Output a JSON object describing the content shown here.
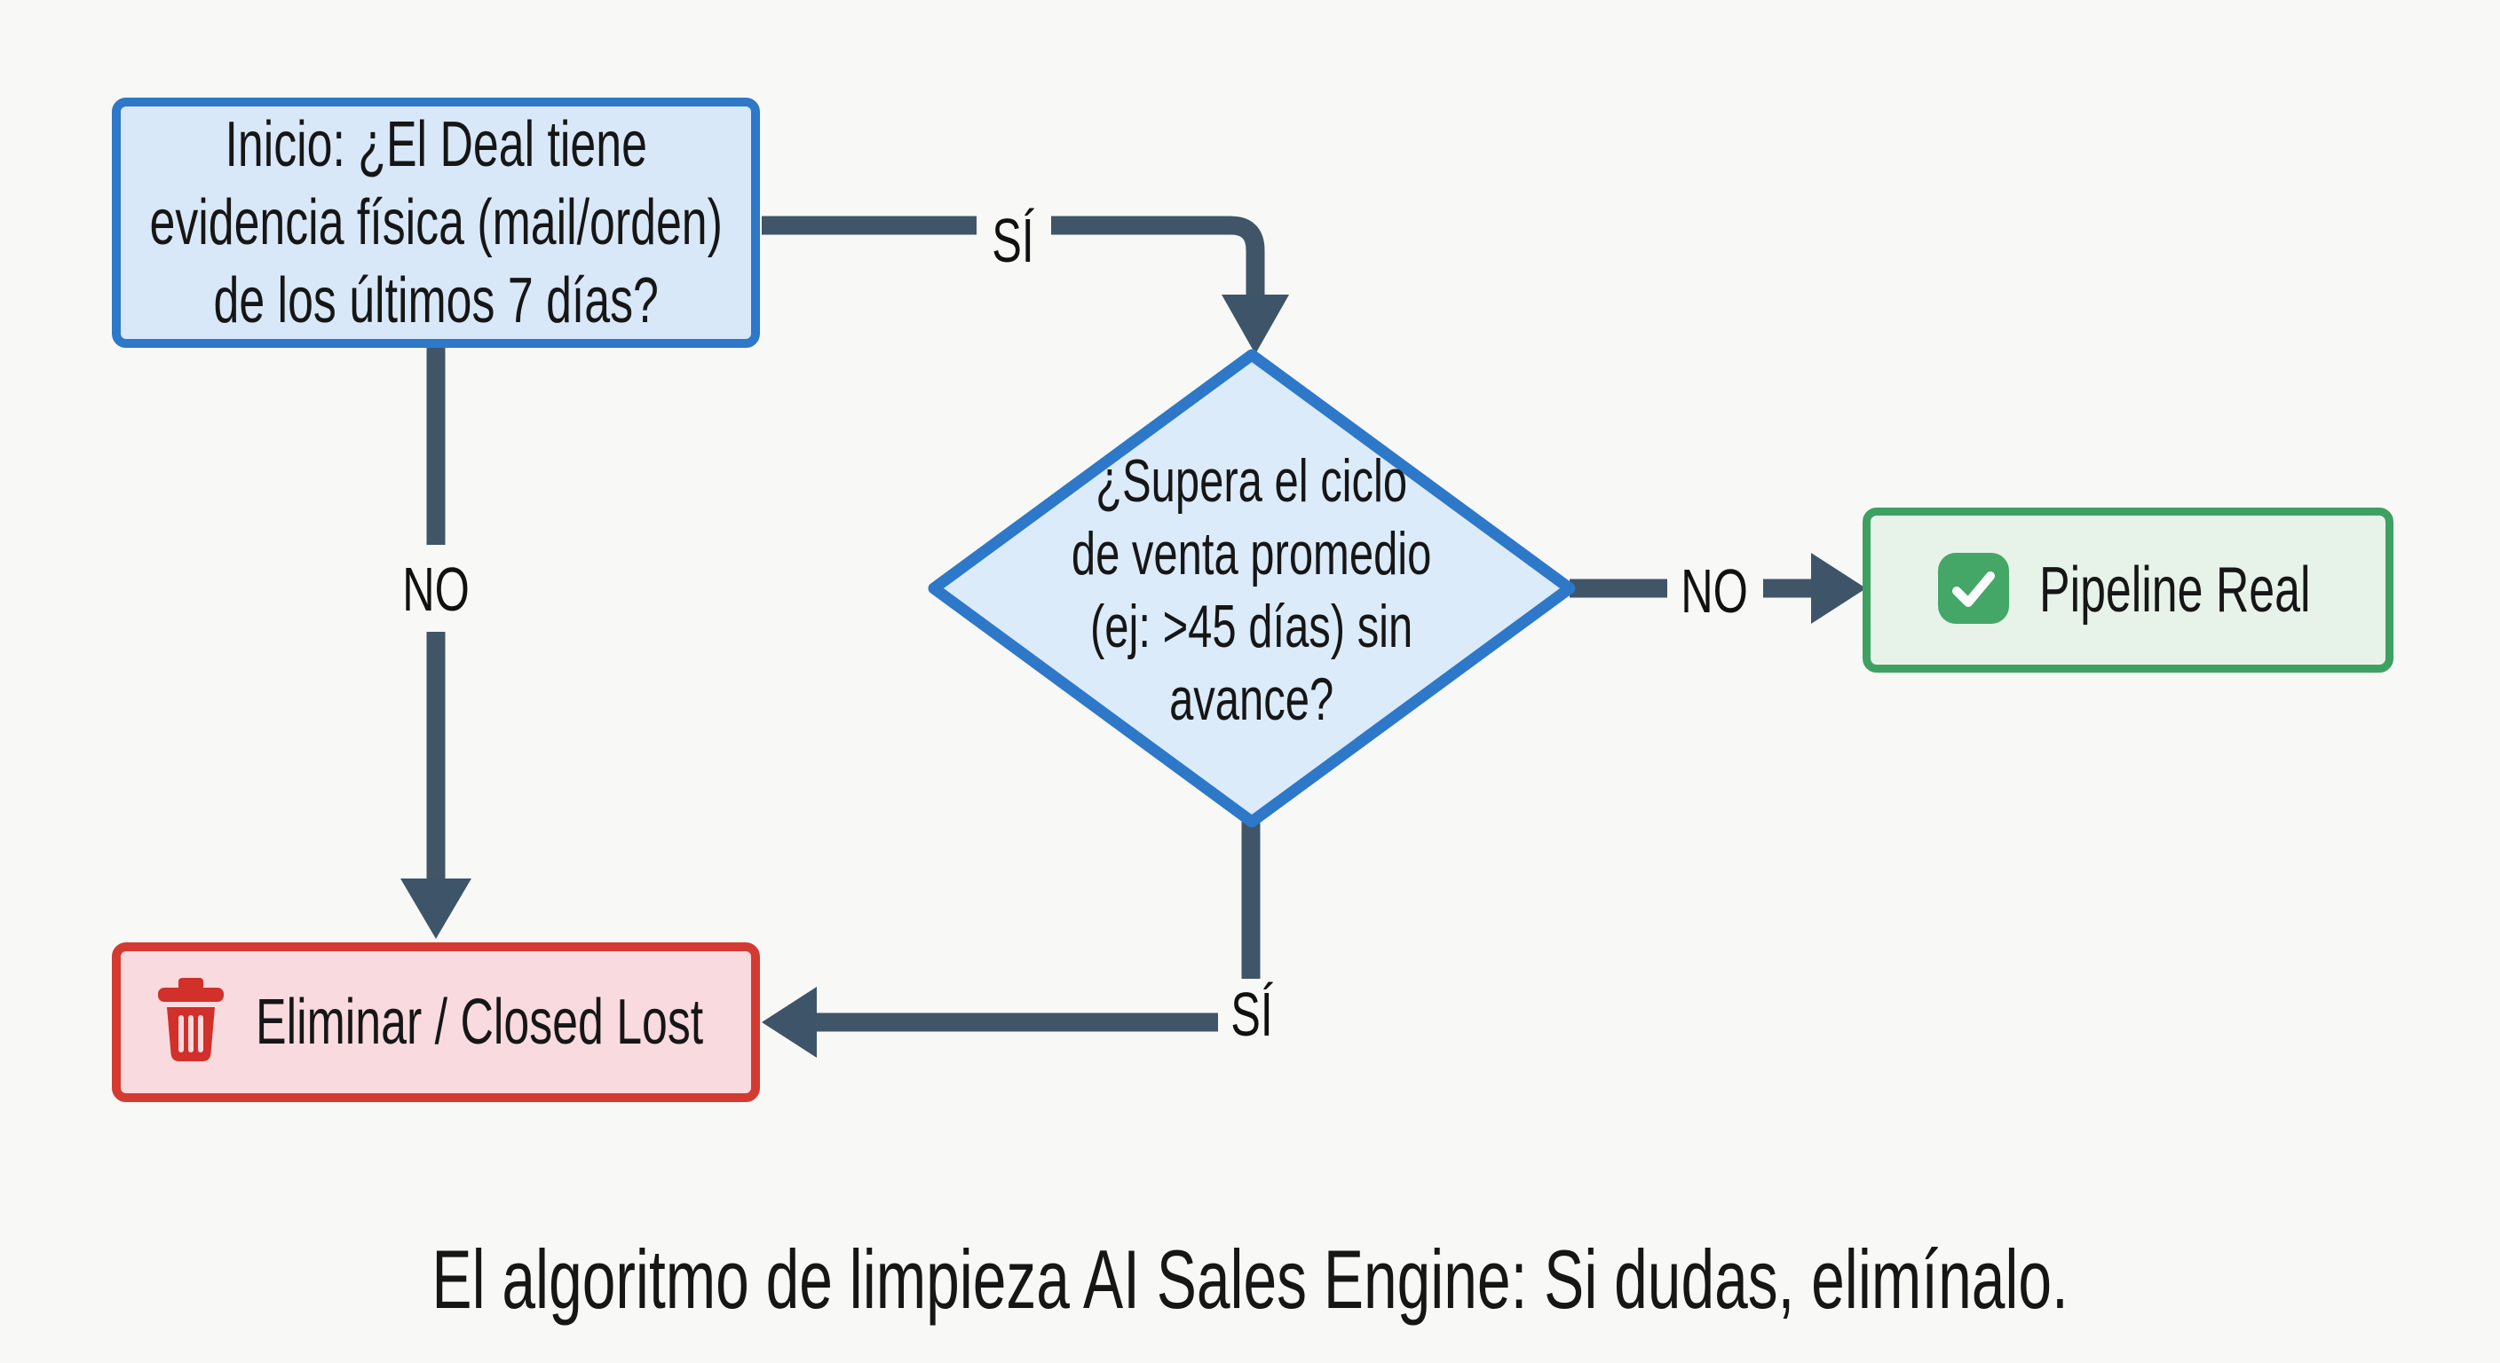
{
  "flowchart": {
    "start": {
      "lines": [
        "Inicio: ¿El Deal tiene",
        "evidencia física (mail/orden)",
        "de los últimos 7 días?"
      ]
    },
    "decision": {
      "lines": [
        "¿Supera el ciclo",
        "de venta promedio",
        "(ej: >45 días) sin",
        "avance?"
      ]
    },
    "outcome_real": {
      "label": "Pipeline Real",
      "icon": "check-icon"
    },
    "outcome_delete": {
      "label": "Eliminar / Closed Lost",
      "icon": "trash-icon"
    },
    "edges": [
      {
        "from": "start",
        "to": "decision",
        "label": "SÍ"
      },
      {
        "from": "start",
        "to": "outcome_delete",
        "label": "NO"
      },
      {
        "from": "decision",
        "to": "outcome_real",
        "label": "NO"
      },
      {
        "from": "decision",
        "to": "outcome_delete",
        "label": "SÍ"
      }
    ],
    "caption": "El algoritmo de limpieza AI Sales Engine: Si dudas, elimínalo.",
    "colors": {
      "background": "#f8f8f6",
      "node_blue_border": "#2d78c9",
      "node_blue_fill": "#d9e8f8",
      "diamond_fill": "#dcebfa",
      "node_green_border": "#3ea162",
      "node_green_fill": "#e7f3e9",
      "check_icon_green": "#44a768",
      "node_red_border": "#d43a31",
      "node_red_fill": "#f9dade",
      "trash_icon_red": "#d2302a",
      "connector": "#415569",
      "text": "#161616"
    }
  }
}
